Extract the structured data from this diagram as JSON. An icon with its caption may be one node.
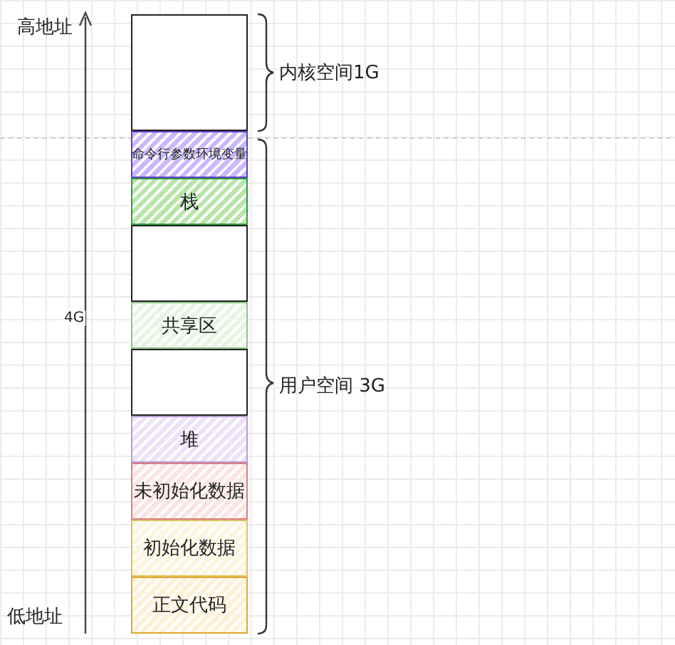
{
  "diagram": {
    "nodes": [
      {
        "text": [],
        "shape": "box"
      },
      {
        "text": [
          "命令行参数环境变量"
        ]
      },
      {
        "text": [
          "栈"
        ]
      },
      {
        "text": [],
        "shape": "box"
      },
      {
        "text": [
          "共享区"
        ]
      },
      {
        "text": [],
        "shape": "box"
      },
      {
        "text": [
          "堆"
        ]
      },
      {
        "text": [
          "未初始化数据"
        ]
      },
      {
        "text": [
          "初始化数据"
        ]
      },
      {
        "text": [
          "正文代码"
        ]
      }
    ],
    "labels": [
      "高地址",
      "内核空间1G",
      "4G",
      "用户空间 3G",
      "低地址"
    ]
  }
}
